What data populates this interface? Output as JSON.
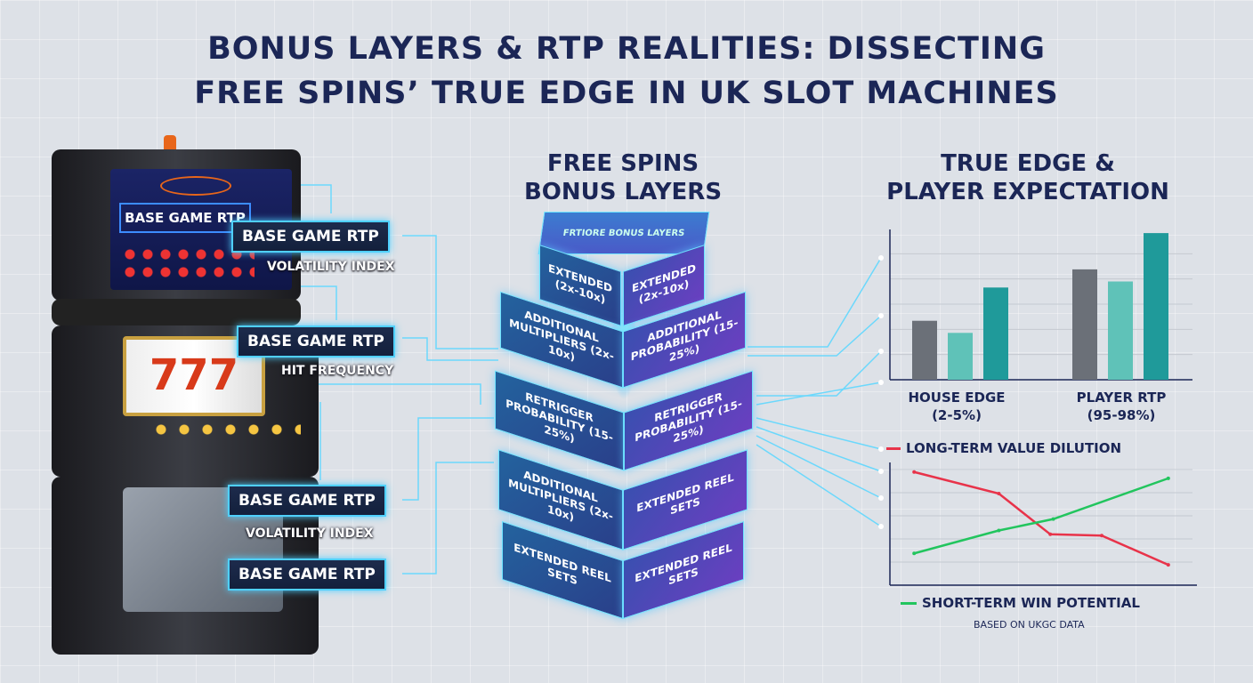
{
  "title": {
    "line1": "BONUS LAYERS & RTP REALITIES: DISSECTING",
    "line2": "FREE SPINS’ TRUE EDGE IN UK SLOT MACHINES"
  },
  "machine": {
    "screen_label": "BASE GAME RTP"
  },
  "left_labels": [
    {
      "box": "BASE GAME RTP",
      "sub": "VOLATILITY INDEX"
    },
    {
      "box": "BASE GAME RTP",
      "sub": "HIT FREQUENCY"
    },
    {
      "box": "BASE GAME RTP",
      "sub": "VOLATILITY INDEX"
    },
    {
      "box": "BASE GAME RTP",
      "sub": ""
    }
  ],
  "center": {
    "title_line1": "FREE SPINS",
    "title_line2": "BONUS LAYERS",
    "top_face": "FRTIORE BONUS LAYERS",
    "layers": [
      {
        "left": "EXTENDED (2x-10x)",
        "right": "EXTENDED (2x-10x)"
      },
      {
        "left": "ADDITIONAL MULTIPLIERS (2x-10x)",
        "right": "ADDITIONAL PROBABILITY (15-25%)"
      },
      {
        "left": "RETRIGGER PROBABILITY (15-25%)",
        "right": "RETRIGGER PROBABILITY (15-25%)"
      },
      {
        "left": "ADDITIONAL MULTIPLIERS (2x-10x)",
        "right": "EXTENDED REEL SETS"
      },
      {
        "left": "EXTENDED REEL SETS",
        "right": "EXTENDED REEL SETS"
      }
    ]
  },
  "right": {
    "title_line1": "TRUE EDGE &",
    "title_line2": "PLAYER EXPECTATION",
    "source": "BASED ON UKGC DATA"
  },
  "chart_data": [
    {
      "type": "bar",
      "categories": [
        "HOUSE EDGE\n(2-5%)",
        "PLAYER RTP\n(95-98%)"
      ],
      "category_lines": [
        [
          "HOUSE EDGE",
          "(2-5%)"
        ],
        [
          "PLAYER RTP",
          "(95-98%)"
        ]
      ],
      "ylim": [
        0,
        100
      ],
      "grid": true,
      "series": [
        {
          "values": [
            39,
            73
          ],
          "color": "#6b7078"
        },
        {
          "values": [
            31,
            65
          ],
          "color": "#5fc2b8"
        },
        {
          "values": [
            61,
            97
          ],
          "color": "#1f9a9a"
        }
      ]
    },
    {
      "type": "line",
      "xlim": [
        0,
        10
      ],
      "ylim": [
        0,
        10
      ],
      "grid": true,
      "series": [
        {
          "name": "LONG-TERM VALUE DILUTION",
          "color": "#e8334a",
          "x": [
            0.8,
            3.6,
            5.3,
            7.0,
            9.2
          ],
          "y": [
            8.9,
            7.2,
            4.0,
            3.9,
            1.6
          ]
        },
        {
          "name": "SHORT-TERM WIN POTENTIAL",
          "color": "#22c55e",
          "x": [
            0.8,
            3.6,
            5.4,
            9.2
          ],
          "y": [
            2.5,
            4.3,
            5.2,
            8.4
          ]
        }
      ]
    }
  ]
}
